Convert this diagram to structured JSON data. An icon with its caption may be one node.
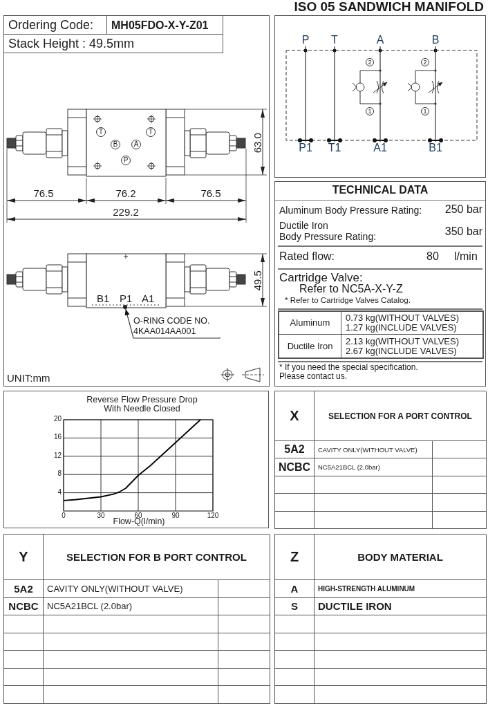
{
  "diagram": {
    "title": "ISO 05 SANDWICH MANIFOLD",
    "nodes": [
      {
        "text": [
          "P"
        ]
      },
      {
        "text": [
          "T"
        ]
      },
      {
        "text": [
          "A"
        ]
      },
      {
        "text": [
          "B"
        ]
      },
      {
        "text": [
          "P1"
        ]
      },
      {
        "text": [
          "T1"
        ]
      },
      {
        "text": [
          "A1"
        ]
      },
      {
        "text": [
          "B1"
        ]
      },
      {
        "text": [
          "O-RING CODE NO. 4KAA014AA001"
        ]
      },
      {
        "text": [],
        "shape": "circle"
      }
    ],
    "edges": [
      {
        "from": 0,
        "to": 4,
        "arrow": "none"
      },
      {
        "from": 1,
        "to": 5,
        "arrow": "none"
      },
      {
        "from": 2,
        "to": 6,
        "arrow": "none"
      },
      {
        "from": 3,
        "to": 7,
        "arrow": "none"
      },
      {
        "from": 8,
        "to": 9,
        "arrow": "to"
      }
    ],
    "labels": [
      "Ordering Code:",
      "MH05FDO-X-Y-Z01",
      "Stack Height : 49.5mm",
      "T",
      "T",
      "B",
      "A",
      "P",
      "63.0",
      "76.5",
      "76.2",
      "76.5",
      "229.2",
      "B1",
      "P1",
      "A1",
      "49.5",
      "UNIT:mm",
      "2",
      "2",
      "1",
      "1",
      "TECHNICAL DATA",
      "Aluminum Body Pressure Rating:",
      "250 bar",
      "Ductile Iron",
      "Body Pressure Rating:",
      "350 bar",
      "Rated flow:",
      "80",
      "l/min",
      "Cartridge Valve:",
      "Refer to NC5A-X-Y-Z",
      "* Refer to Cartridge Valves Catalog.",
      "Aluminum",
      "0.73 kg(WITHOUT VALVES)",
      "1.27 kg(INCLUDE VALVES)",
      "Ductile Iron",
      "2.13 kg(WITHOUT VALVES)",
      "2.67 kg(INCLUDE VALVES)",
      "* If you need the special specification. Please contact us.",
      "X",
      "SELECTION FOR A PORT CONTROL",
      "5A2",
      "CAVITY ONLY(WITHOUT VALVE)",
      "NCBC",
      "NC5A21BCL (2.0bar)",
      "Y",
      "SELECTION FOR B PORT CONTROL",
      "5A2",
      "CAVITY ONLY(WITHOUT VALVE)",
      "NCBC",
      "NC5A21BCL (2.0bar)",
      "Z",
      "BODY MATERIAL",
      "A",
      "HIGH-STRENGTH ALUMINUM",
      "S",
      "DUCTILE IRON"
    ],
    "chart_data": {
      "type": "line",
      "title": "Reverse Flow Pressure Drop With Needle Closed",
      "xlabel": "Flow-Q(l/min)",
      "x": [
        0,
        10,
        20,
        30,
        40,
        45,
        50,
        60,
        70,
        80,
        90,
        100,
        110
      ],
      "series": [
        {
          "color": "#000000",
          "values": [
            2.3,
            2.5,
            2.8,
            3.1,
            3.7,
            4.2,
            5,
            7.8,
            10,
            12.5,
            15,
            17.5,
            20
          ]
        }
      ],
      "grid": true,
      "xlim": [
        0,
        120
      ],
      "ylim": [
        0,
        20
      ],
      "xticks": [
        0,
        30,
        60,
        90,
        120
      ],
      "yticks": [
        4,
        8,
        12,
        16,
        20
      ]
    }
  }
}
